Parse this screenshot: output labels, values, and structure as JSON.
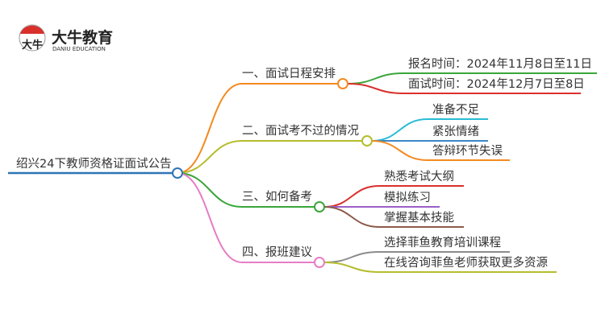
{
  "logo": {
    "name_cn": "大牛教育",
    "name_en": "DANIU EDUCATION",
    "mark": "大牛"
  },
  "root": {
    "label": "绍兴24下教师资格证面试公告",
    "color": "#2e75b6"
  },
  "branches": [
    {
      "label": "一、面试日程安排",
      "color": "#f4891f",
      "leaves": [
        {
          "label": "报名时间：2024年11月8日至11日",
          "color": "#3aa63a"
        },
        {
          "label": "面试时间：2024年12月7日至8日",
          "color": "#d9302c"
        }
      ]
    },
    {
      "label": "二、面试考不过的情况",
      "color": "#b5bd2c",
      "leaves": [
        {
          "label": "准备不足",
          "color": "#27bcd4"
        },
        {
          "label": "紧张情绪",
          "color": "#3a86c8"
        },
        {
          "label": "答辩环节失误",
          "color": "#f4891f"
        }
      ]
    },
    {
      "label": "三、如何备考",
      "color": "#3aa63a",
      "leaves": [
        {
          "label": "熟悉考试大纲",
          "color": "#d9302c"
        },
        {
          "label": "模拟练习",
          "color": "#9b5fc9"
        },
        {
          "label": "掌握基本技能",
          "color": "#8c5a4a"
        }
      ]
    },
    {
      "label": "四、报班建议",
      "color": "#e77cc5",
      "leaves": [
        {
          "label": "选择菲鱼教育培训课程",
          "color": "#8c8c8c"
        },
        {
          "label": "在线咨询菲鱼老师获取更多资源",
          "color": "#b5bd2c"
        }
      ]
    }
  ]
}
